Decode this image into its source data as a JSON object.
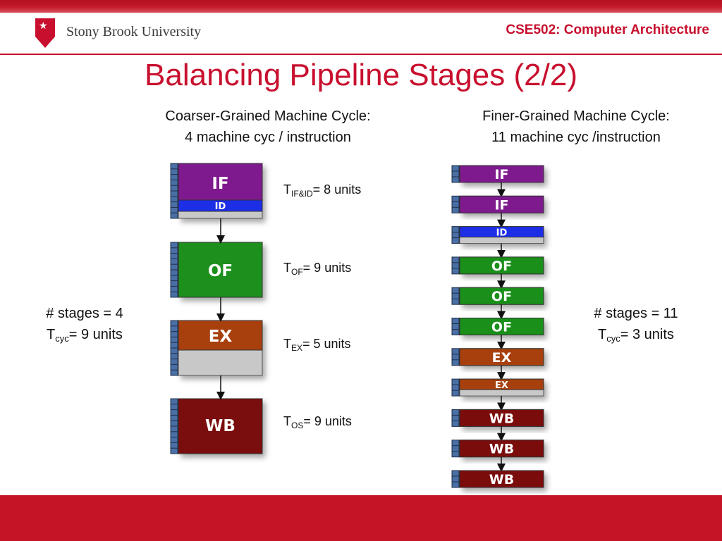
{
  "header": {
    "university": "Stony Brook University",
    "course": "CSE502: Computer Architecture"
  },
  "title": "Balancing Pipeline Stages (2/2)",
  "left": {
    "heading_line1": "Coarser-Grained Machine Cycle:",
    "heading_line2": "4 machine cyc / instruction",
    "stages_note": "# stages = 4",
    "tcyc_note": "= 9 units",
    "stages": [
      "IF",
      "ID",
      "OF",
      "EX",
      "WB"
    ],
    "timings": [
      {
        "sub": "IF&ID",
        "value": "= 8 units"
      },
      {
        "sub": "OF",
        "value": "= 9 units"
      },
      {
        "sub": "EX",
        "value": "= 5 units"
      },
      {
        "sub": "OS",
        "value": "= 9 units"
      }
    ]
  },
  "right": {
    "heading_line1": "Finer-Grained Machine Cycle:",
    "heading_line2": "11 machine cyc /instruction",
    "stages_note": "# stages = 11",
    "tcyc_note": "= 3 units",
    "stages": [
      "IF",
      "IF",
      "ID",
      "OF",
      "OF",
      "OF",
      "EX",
      "EX",
      "WB",
      "WB",
      "WB"
    ]
  },
  "common": {
    "t": "T",
    "cyc": "cyc"
  },
  "colors": {
    "brand_red": "#c8102e",
    "if_purple": "#7e1a8e",
    "id_blue": "#1c2ee6",
    "of_green": "#1a8f1a",
    "ex_orange": "#a8400e",
    "wb_darkred": "#7a0c0c",
    "latch_blue": "#4a6fa5"
  }
}
